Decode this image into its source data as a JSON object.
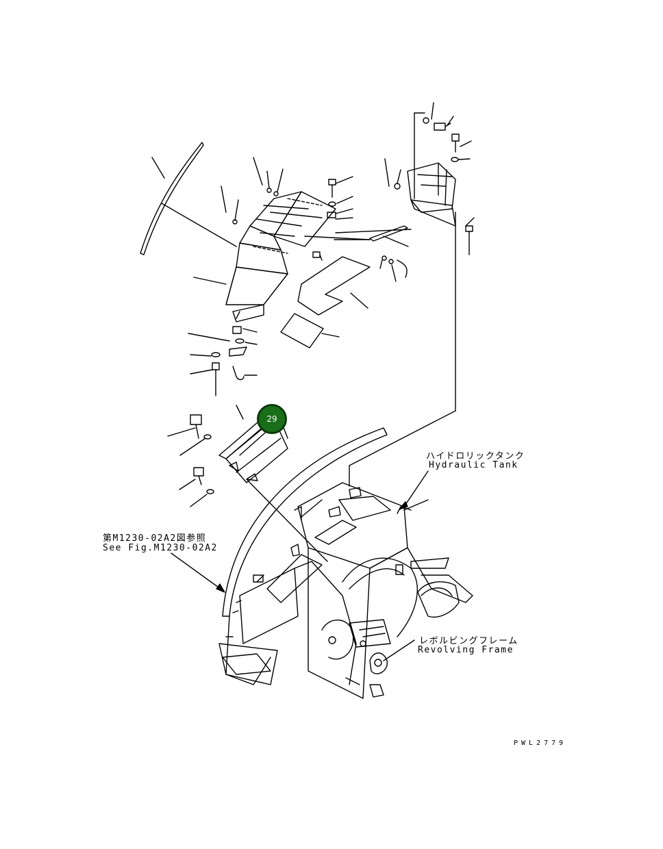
{
  "callout": {
    "number": "29",
    "color": "#1a6e1a"
  },
  "labels": {
    "hydraulic_tank_jp": "ハイドロリックタンク",
    "hydraulic_tank_en": "Hydraulic Tank",
    "see_fig_jp": "第M1230-02A2図参照",
    "see_fig_en": "See Fig.M1230-02A2",
    "revolving_frame_jp": "レボルビングフレーム",
    "revolving_frame_en": "Revolving Frame"
  },
  "drawing_code": "PWL2779"
}
